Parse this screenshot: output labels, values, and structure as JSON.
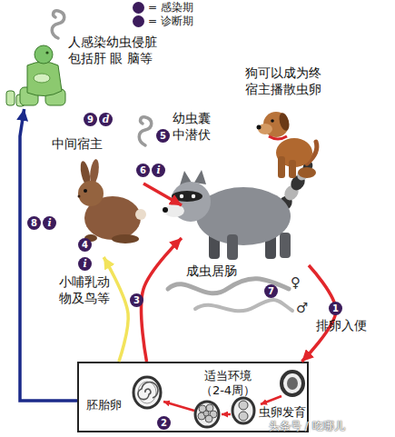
{
  "diagram": {
    "nodes": [
      {
        "text": [
          "人感染幼虫侵脏 包括肝 眼 脑等"
        ]
      },
      {
        "text": [
          "狗可以成为终 宿主播散虫卵"
        ]
      },
      {
        "text": [
          "中间宿主",
          "小哺乳动 物及鸟等"
        ]
      },
      {
        "text": [
          "成虫居肠"
        ]
      },
      {
        "text": [
          "适当环境 （2-4周）",
          "胚胎卵",
          "虫卵发育"
        ]
      }
    ],
    "edges": [
      {
        "from": 3,
        "to": 4,
        "label": "排卵入便",
        "arrow": "to"
      },
      {
        "from": 4,
        "to": 3,
        "arrow": "to"
      },
      {
        "from": 4,
        "to": 2,
        "arrow": "to"
      },
      {
        "from": 2,
        "to": 3,
        "arrow": "to"
      },
      {
        "from": 4,
        "to": 0,
        "arrow": "to"
      }
    ],
    "labels": [
      "i",
      "d",
      "9",
      "d",
      "幼虫囊 中潜伏",
      "5",
      "6",
      "i",
      "4",
      "i",
      "8",
      "i",
      "3",
      "7",
      "♀",
      "♂",
      "1",
      "2",
      "头条号 / 吃哪儿"
    ],
    "legend": [
      {
        "text": "= 感染期"
      },
      {
        "text": "= 诊断期"
      }
    ]
  }
}
